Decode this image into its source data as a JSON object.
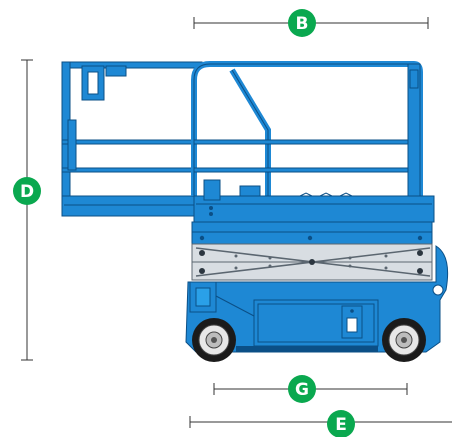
{
  "dimensions": [
    {
      "id": "B",
      "label": "B"
    },
    {
      "id": "D",
      "label": "D"
    },
    {
      "id": "G",
      "label": "G"
    },
    {
      "id": "E",
      "label": "E"
    }
  ],
  "colors": {
    "body_blue": "#1e88d4",
    "body_dark": "#0b4f86",
    "badge_green": "#0aa84f",
    "scissor_gray": "#d8dde2",
    "dim_line": "#333333"
  }
}
